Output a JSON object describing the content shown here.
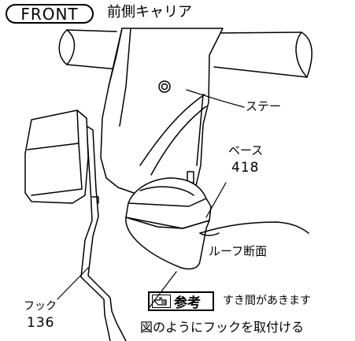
{
  "badge": {
    "label": "FRONT"
  },
  "title": "前側キャリア",
  "labels": {
    "stay": "ステー",
    "base": "ベース",
    "base_number": "418",
    "roof_section": "ルーフ断面",
    "hook": "フック",
    "hook_number": "136"
  },
  "notes": {
    "reference": "参考",
    "gap": "すき間があきます",
    "attach": "図のようにフックを取付ける"
  },
  "icons": {
    "reference_icon": "pointing-hand-icon"
  }
}
